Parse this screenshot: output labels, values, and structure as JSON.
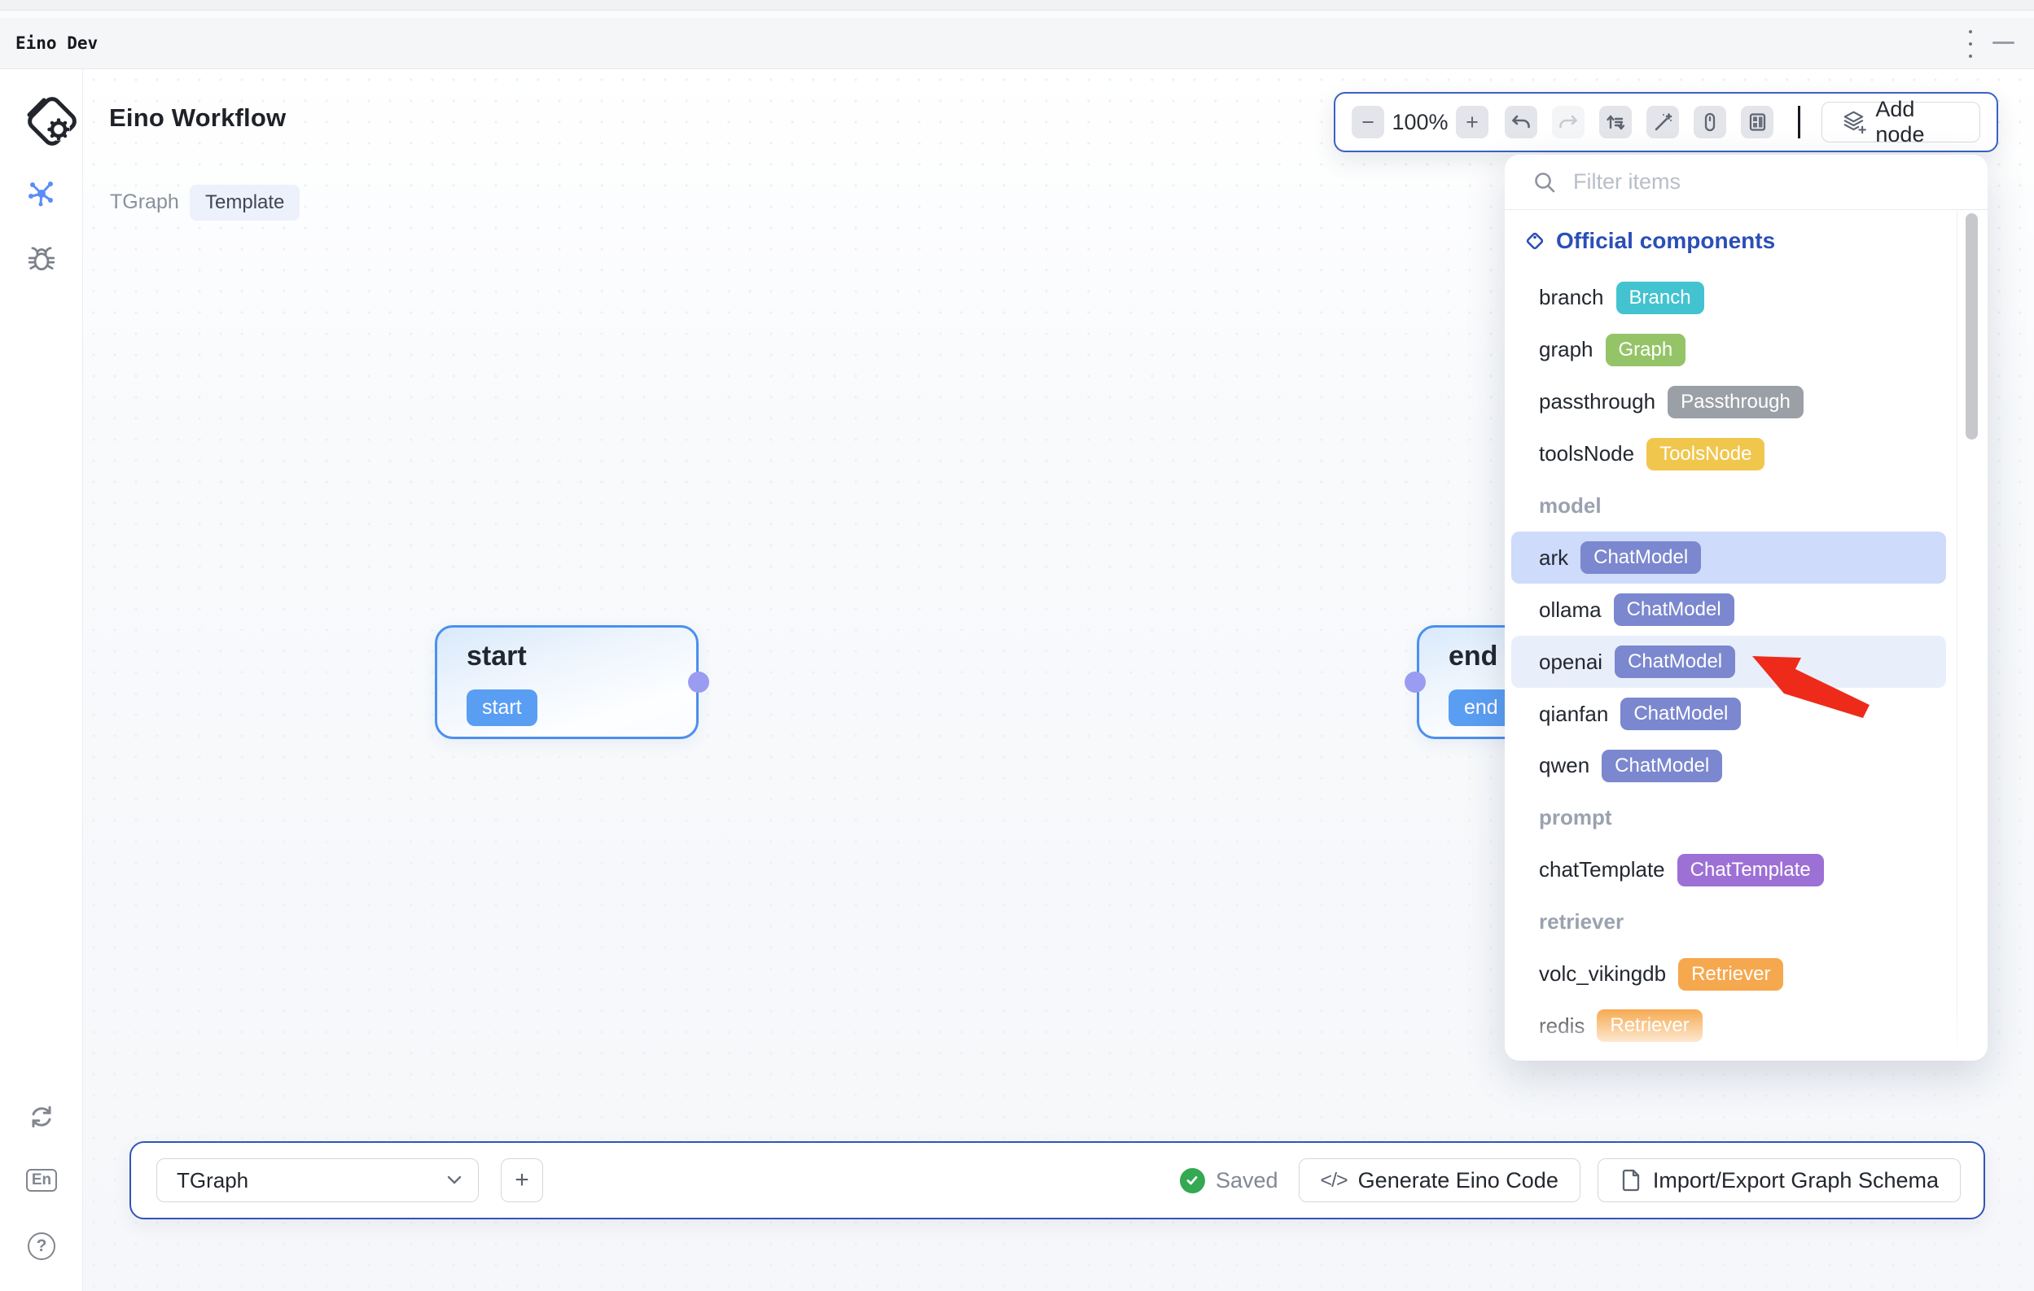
{
  "window": {
    "title": "Eino Dev"
  },
  "sidebar": {
    "language_label": "En",
    "help_label": "?"
  },
  "header": {
    "title": "Eino Workflow",
    "graph_name": "TGraph",
    "template_badge": "Template"
  },
  "toolbar": {
    "zoom_out": "−",
    "zoom_level": "100%",
    "zoom_in": "+",
    "add_node": "Add node"
  },
  "canvas": {
    "start_node": {
      "title": "start",
      "badge": "start"
    },
    "end_node": {
      "title": "end",
      "badge": "end"
    }
  },
  "panel": {
    "filter_placeholder": "Filter items",
    "section_header": "Official components",
    "items": [
      {
        "label": "branch",
        "badge": "Branch"
      },
      {
        "label": "graph",
        "badge": "Graph"
      },
      {
        "label": "passthrough",
        "badge": "Passthrough"
      },
      {
        "label": "toolsNode",
        "badge": "ToolsNode"
      },
      {
        "label": "model",
        "type": "section"
      },
      {
        "label": "ark",
        "badge": "ChatModel",
        "state": "selected"
      },
      {
        "label": "ollama",
        "badge": "ChatModel"
      },
      {
        "label": "openai",
        "badge": "ChatModel",
        "state": "hover"
      },
      {
        "label": "qianfan",
        "badge": "ChatModel"
      },
      {
        "label": "qwen",
        "badge": "ChatModel"
      },
      {
        "label": "prompt",
        "type": "section"
      },
      {
        "label": "chatTemplate",
        "badge": "ChatTemplate"
      },
      {
        "label": "retriever",
        "type": "section"
      },
      {
        "label": "volc_vikingdb",
        "badge": "Retriever"
      },
      {
        "label": "redis",
        "badge": "Retriever"
      }
    ]
  },
  "bottom_bar": {
    "graph_select": "TGraph",
    "add_button": "+",
    "status": "Saved",
    "code_icon": "</>",
    "generate_code": "Generate Eino Code",
    "import_export": "Import/Export Graph Schema"
  },
  "colors": {
    "accent_blue": "#3a62c4",
    "node_border": "#4b90ee",
    "node_badge": "#5a9ef3",
    "handle_purple": "#9a9cf1",
    "badge_branch": "#43c3cf",
    "badge_graph": "#95c468",
    "badge_passthrough": "#9ba0a7",
    "badge_toolsnode": "#f1c64d",
    "badge_chatmodel": "#7b87ce",
    "badge_chattemplate": "#9d70d5",
    "badge_retriever": "#f6a84e",
    "row_selected": "#cedbfa",
    "row_hover": "#e9eefb",
    "section_header_blue": "#2b4eb8",
    "saved_green": "#34a853",
    "arrow_red": "#ee2b1a"
  }
}
